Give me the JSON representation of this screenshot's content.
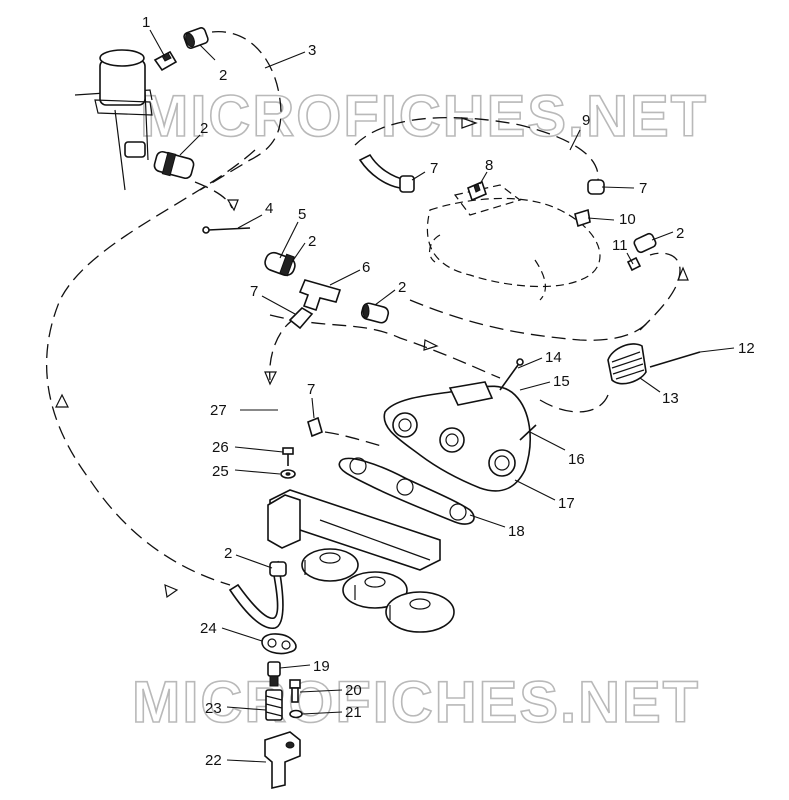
{
  "watermarks": [
    "MICROFICHES.NET",
    "MICROFICHES.NET"
  ],
  "callouts": [
    {
      "id": "c1",
      "text": "1"
    },
    {
      "id": "c2a",
      "text": "2"
    },
    {
      "id": "c3",
      "text": "3"
    },
    {
      "id": "c2b",
      "text": "2"
    },
    {
      "id": "c9",
      "text": "9"
    },
    {
      "id": "c7a",
      "text": "7"
    },
    {
      "id": "c8",
      "text": "8"
    },
    {
      "id": "c7b",
      "text": "7"
    },
    {
      "id": "c10",
      "text": "10"
    },
    {
      "id": "c4",
      "text": "4"
    },
    {
      "id": "c5",
      "text": "5"
    },
    {
      "id": "c2c",
      "text": "2"
    },
    {
      "id": "c11",
      "text": "11"
    },
    {
      "id": "c2d",
      "text": "2"
    },
    {
      "id": "c6",
      "text": "6"
    },
    {
      "id": "c7c",
      "text": "7"
    },
    {
      "id": "c2e",
      "text": "2"
    },
    {
      "id": "c12",
      "text": "12"
    },
    {
      "id": "c14",
      "text": "14"
    },
    {
      "id": "c15",
      "text": "15"
    },
    {
      "id": "c13",
      "text": "13"
    },
    {
      "id": "c27",
      "text": "27"
    },
    {
      "id": "c7d",
      "text": "7"
    },
    {
      "id": "c16",
      "text": "16"
    },
    {
      "id": "c26",
      "text": "26"
    },
    {
      "id": "c25",
      "text": "25"
    },
    {
      "id": "c17",
      "text": "17"
    },
    {
      "id": "c18",
      "text": "18"
    },
    {
      "id": "c2f",
      "text": "2"
    },
    {
      "id": "c24",
      "text": "24"
    },
    {
      "id": "c19",
      "text": "19"
    },
    {
      "id": "c20",
      "text": "20"
    },
    {
      "id": "c23",
      "text": "23"
    },
    {
      "id": "c21",
      "text": "21"
    },
    {
      "id": "c22",
      "text": "22"
    }
  ]
}
